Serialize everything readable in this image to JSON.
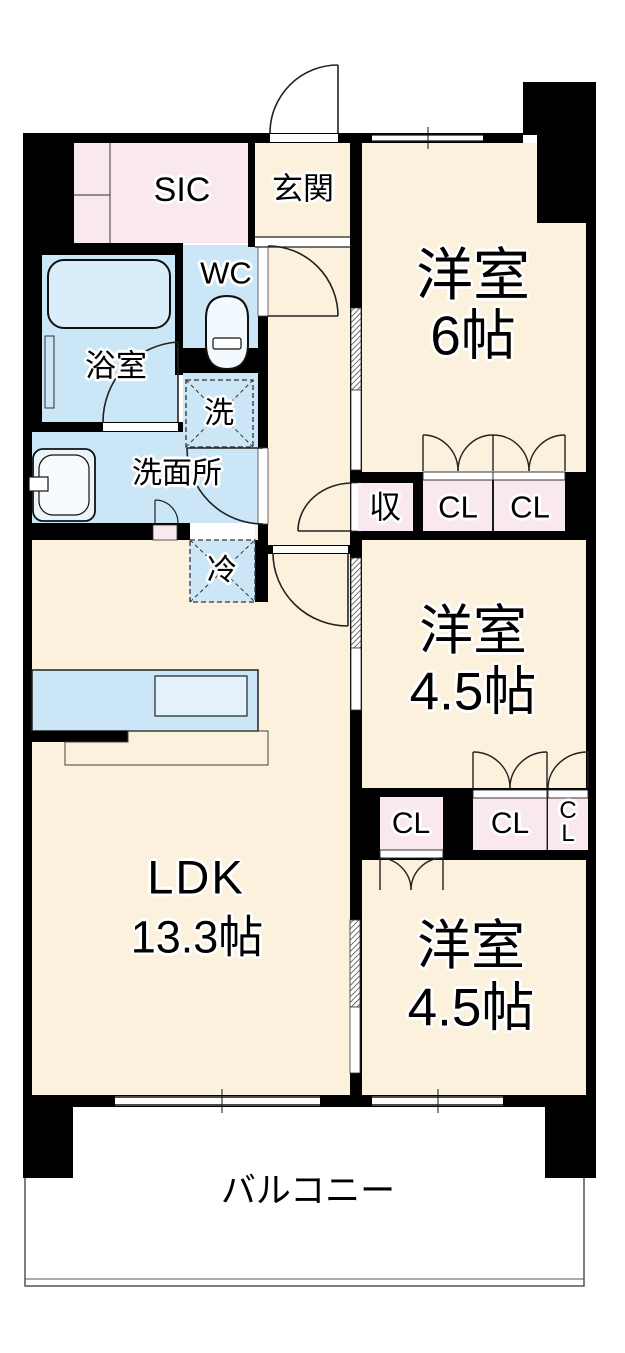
{
  "floorplan": {
    "rooms": {
      "sic": {
        "label": "SIC"
      },
      "entrance": {
        "label": "玄関"
      },
      "wc": {
        "label": "WC"
      },
      "bathroom": {
        "label": "浴室"
      },
      "washroom": {
        "label": "洗面所"
      },
      "laundry": {
        "label": "洗"
      },
      "refrigerator": {
        "label": "冷"
      },
      "ldk": {
        "label": "LDK",
        "size": "13.3帖"
      },
      "bedroom1": {
        "label": "洋室",
        "size": "6帖"
      },
      "bedroom2": {
        "label": "洋室",
        "size": "4.5帖"
      },
      "bedroom3": {
        "label": "洋室",
        "size": "4.5帖"
      },
      "balcony": {
        "label": "バルコニー"
      }
    },
    "storage": {
      "hall": {
        "label": "収"
      },
      "bedroom1_left": {
        "label": "CL"
      },
      "bedroom1_right": {
        "label": "CL"
      },
      "bedroom2": {
        "label": "CL"
      },
      "bedroom2_small": {
        "label": "CL"
      },
      "bedroom3": {
        "label": "CL"
      }
    },
    "colors": {
      "wall": "#000000",
      "floor": "#fbf1dc",
      "wet_area": "#cbe6f7",
      "storage": "#fae8f0",
      "line": "#222222",
      "background": "#ffffff"
    }
  }
}
